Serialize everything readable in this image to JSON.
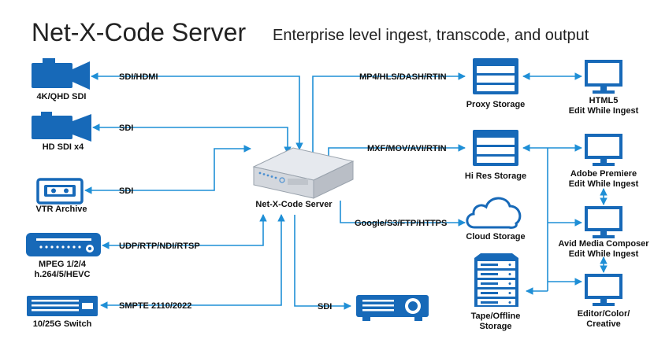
{
  "header": {
    "title": "Net-X-Code Server",
    "subtitle": "Enterprise level ingest, transcode, and output"
  },
  "sources": [
    {
      "name": "4K/QHD SDI",
      "link": "SDI/HDMI",
      "icon": "video-camera-icon"
    },
    {
      "name": "HD SDI x4",
      "link": "SDI",
      "icon": "video-camera-icon"
    },
    {
      "name": "VTR Archive",
      "link": "SDI",
      "icon": "vtr-deck-icon"
    },
    {
      "name": [
        "MPEG 1/2/4",
        "h.264/5/HEVC"
      ],
      "link": "UDP/RTP/NDI/RTSP",
      "icon": "encoder-icon"
    },
    {
      "name": "10/25G Switch",
      "link": "SMPTE 2110/2022",
      "icon": "network-switch-icon"
    }
  ],
  "server": {
    "name": "Net-X-Code Server",
    "icon": "server-appliance-icon"
  },
  "outputs": [
    {
      "link": "MP4/HLS/DASH/RTIN",
      "name": "Proxy Storage",
      "icon": "storage-stack-icon"
    },
    {
      "link": "MXF/MOV/AVI/RTIN",
      "name": "Hi Res Storage",
      "icon": "storage-stack-icon"
    },
    {
      "link": "Google/S3/FTP/HTTPS",
      "name": "Cloud Storage",
      "icon": "cloud-icon"
    },
    {
      "link": "SDI",
      "name": "",
      "icon": "projector-icon"
    }
  ],
  "tape": {
    "name": [
      "Tape/Offline",
      "Storage"
    ],
    "icon": "tape-library-icon"
  },
  "clients": [
    {
      "name": [
        "HTML5",
        "Edit While Ingest"
      ],
      "icon": "monitor-icon"
    },
    {
      "name": [
        "Adobe Premiere",
        "Edit While Ingest"
      ],
      "icon": "monitor-icon"
    },
    {
      "name": [
        "Avid Media Composer",
        "Edit While Ingest"
      ],
      "icon": "monitor-icon"
    },
    {
      "name": [
        "Editor/Color/",
        "Creative"
      ],
      "icon": "monitor-icon"
    }
  ],
  "colors": {
    "accent": "#1769b8",
    "wire": "#1f8fd6",
    "text": "#111111"
  }
}
